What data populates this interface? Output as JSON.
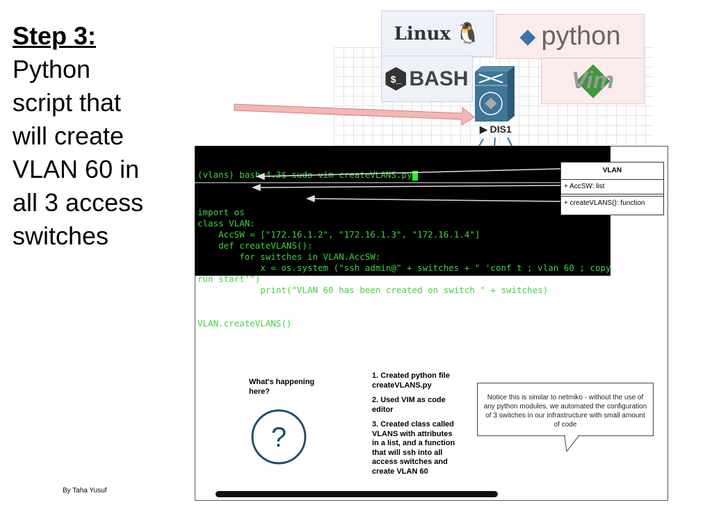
{
  "title": {
    "step": "Step 3:",
    "lines": [
      "Python",
      "script that",
      "will create",
      "VLAN 60 in",
      "all 3 access",
      "switches"
    ]
  },
  "logos": {
    "linux": "Linux",
    "python": "python",
    "bash": "BASH",
    "vim": "Vim"
  },
  "device": {
    "label": "DIS1"
  },
  "terminal": {
    "prompt_prev": "(vlans) bash-4.3$",
    "command": "(vlans) bash-4.3$ sudo vim createVLANS.py",
    "code": [
      "import os",
      "class VLAN:",
      "    AccSW = [\"172.16.1.2\", \"172.16.1.3\", \"172.16.1.4\"]",
      "    def createVLANS():",
      "        for switches in VLAN.AccSW:",
      "            x = os.system (\"ssh admin@\" + switches + \" 'conf t ; vlan 60 ; copy",
      "run start'\")",
      "            print(\"VLAN 60 has been created on switch \" + switches)",
      "",
      "",
      "VLAN.createVLANS()"
    ]
  },
  "uml": {
    "name": "VLAN",
    "attribute": "+ AccSW: list",
    "method": "+ createVLANS(): function"
  },
  "whats_happening": "What's happening here?",
  "steps": [
    "1. Created python file createVLANS.py",
    "2. Used VIM as code editor",
    "3. Created class called VLANS with attributes in a list, and a function that will ssh into all access switches and create VLAN 60"
  ],
  "note": "Notice this is similar to netmiko - without the use of any python modules, we automated the configuration of 3 switches in our infrastructure with small amount of code",
  "byline": "By Taha Yusuf",
  "colors": {
    "terminal_text": "#3fd33f",
    "arrow": "#f4b6b6",
    "question": "#1f4e6b"
  }
}
